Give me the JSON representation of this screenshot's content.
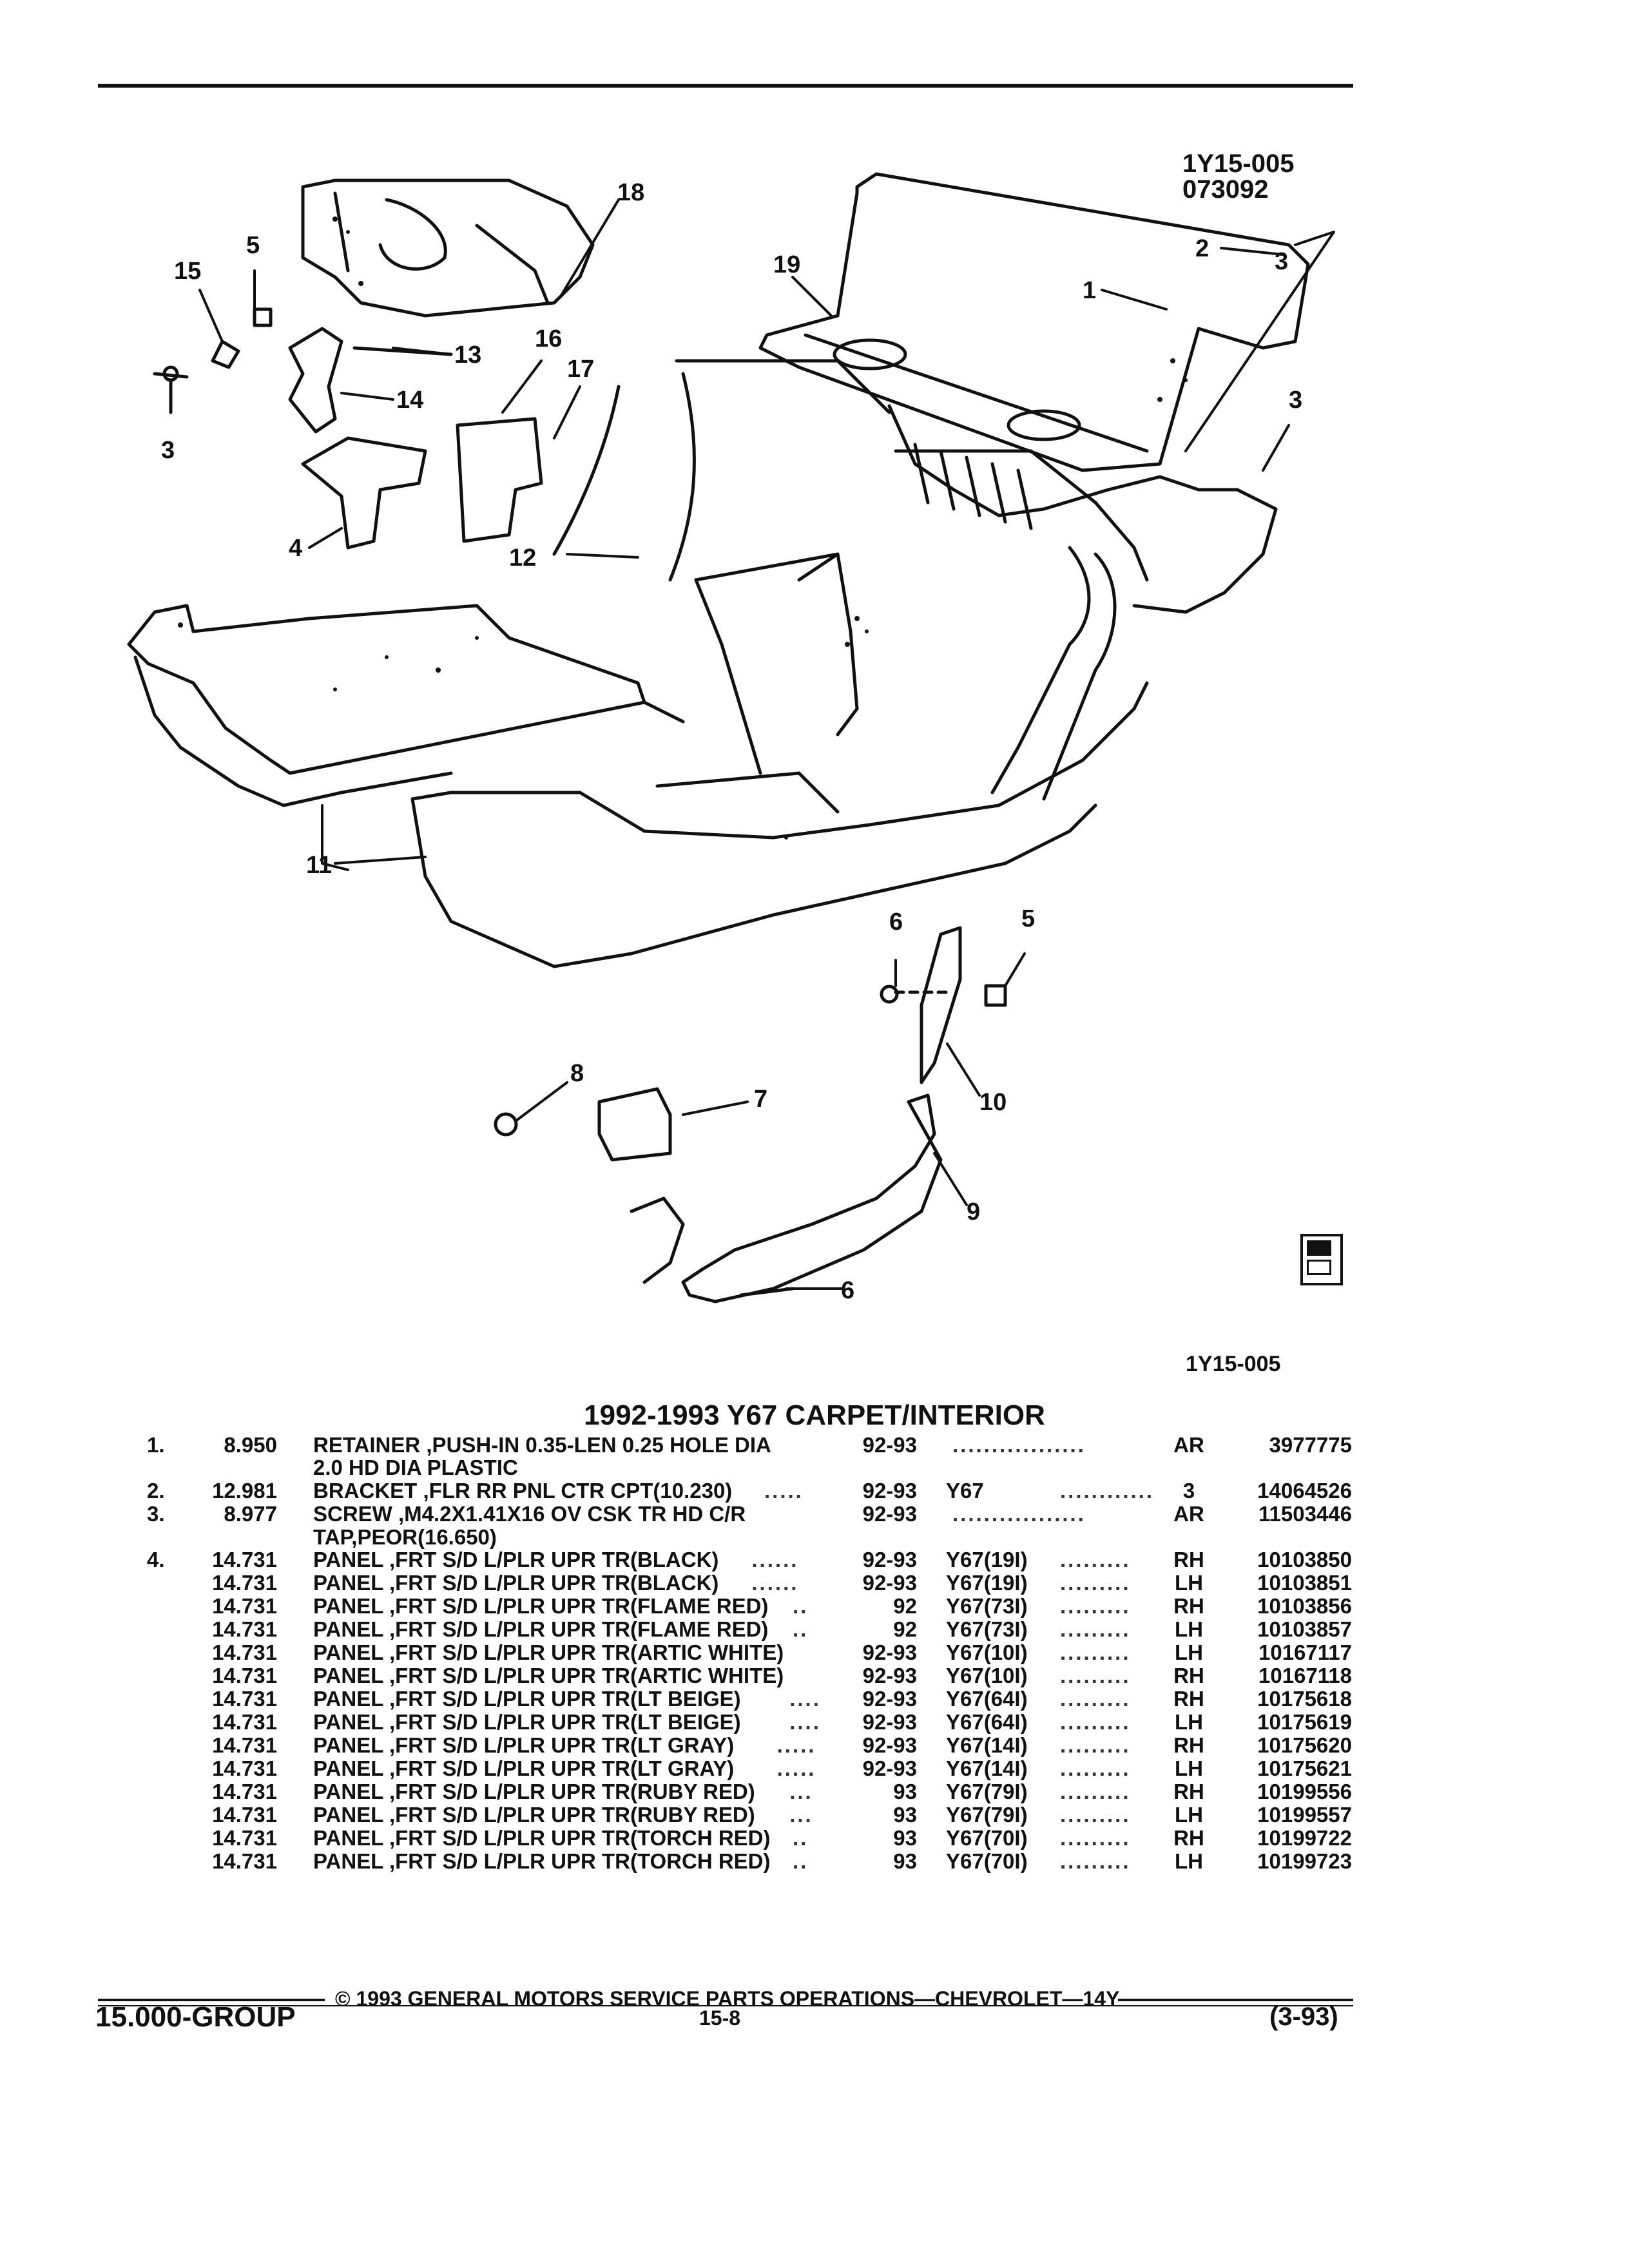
{
  "header": {
    "figure_id_top": "1Y15-005",
    "figure_date": "073092",
    "figure_id_bottom": "1Y15-005"
  },
  "diagram": {
    "callouts": [
      "18",
      "5",
      "15",
      "19",
      "2",
      "1",
      "3",
      "13",
      "16",
      "17",
      "14",
      "3",
      "3",
      "4",
      "12",
      "11",
      "6",
      "5",
      "8",
      "7",
      "10",
      "9",
      "6"
    ],
    "badge_icon": "gm-spo-logo-icon"
  },
  "section_title": "1992-1993 Y67 CARPET/INTERIOR",
  "parts": [
    {
      "idx": "1.",
      "group": "8.950",
      "desc": "RETAINER ,PUSH-IN 0.35-LEN 0.25 HOLE DIA",
      "desc2": "2.0 HD DIA PLASTIC",
      "dots1": "",
      "years": "92-93",
      "model": "",
      "dots2": ".................",
      "qty": "AR",
      "part_no": "3977775"
    },
    {
      "idx": "2.",
      "group": "12.981",
      "desc": "BRACKET ,FLR RR PNL CTR CPT(10.230)",
      "desc2": "",
      "dots1": ".....",
      "years": "92-93",
      "model": "Y67",
      "dots2": "............",
      "qty": "3",
      "part_no": "14064526"
    },
    {
      "idx": "3.",
      "group": "8.977",
      "desc": "SCREW ,M4.2X1.41X16 OV CSK TR HD C/R",
      "desc2": "TAP,PEOR(16.650)",
      "dots1": "",
      "years": "92-93",
      "model": "",
      "dots2": ".................",
      "qty": "AR",
      "part_no": "11503446"
    },
    {
      "idx": "4.",
      "group": "14.731",
      "desc": "PANEL ,FRT S/D L/PLR UPR TR(BLACK)",
      "desc2": "",
      "dots1": "......",
      "years": "92-93",
      "model": "Y67(19I)",
      "dots2": ".........",
      "qty": "RH",
      "part_no": "10103850"
    },
    {
      "idx": "",
      "group": "14.731",
      "desc": "PANEL ,FRT S/D L/PLR UPR TR(BLACK)",
      "desc2": "",
      "dots1": "......",
      "years": "92-93",
      "model": "Y67(19I)",
      "dots2": ".........",
      "qty": "LH",
      "part_no": "10103851"
    },
    {
      "idx": "",
      "group": "14.731",
      "desc": "PANEL ,FRT S/D L/PLR UPR TR(FLAME RED)",
      "desc2": "",
      "dots1": "..",
      "years": "92",
      "model": "Y67(73I)",
      "dots2": ".........",
      "qty": "RH",
      "part_no": "10103856"
    },
    {
      "idx": "",
      "group": "14.731",
      "desc": "PANEL ,FRT S/D L/PLR UPR TR(FLAME RED)",
      "desc2": "",
      "dots1": "..",
      "years": "92",
      "model": "Y67(73I)",
      "dots2": ".........",
      "qty": "LH",
      "part_no": "10103857"
    },
    {
      "idx": "",
      "group": "14.731",
      "desc": "PANEL ,FRT S/D L/PLR UPR TR(ARTIC WHITE)",
      "desc2": "",
      "dots1": "",
      "years": "92-93",
      "model": "Y67(10I)",
      "dots2": ".........",
      "qty": "LH",
      "part_no": "10167117"
    },
    {
      "idx": "",
      "group": "14.731",
      "desc": "PANEL ,FRT S/D L/PLR UPR TR(ARTIC WHITE)",
      "desc2": "",
      "dots1": "",
      "years": "92-93",
      "model": "Y67(10I)",
      "dots2": ".........",
      "qty": "RH",
      "part_no": "10167118"
    },
    {
      "idx": "",
      "group": "14.731",
      "desc": "PANEL ,FRT S/D L/PLR UPR TR(LT BEIGE)",
      "desc2": "",
      "dots1": "....",
      "years": "92-93",
      "model": "Y67(64I)",
      "dots2": ".........",
      "qty": "RH",
      "part_no": "10175618"
    },
    {
      "idx": "",
      "group": "14.731",
      "desc": "PANEL ,FRT S/D L/PLR UPR TR(LT BEIGE)",
      "desc2": "",
      "dots1": "....",
      "years": "92-93",
      "model": "Y67(64I)",
      "dots2": ".........",
      "qty": "LH",
      "part_no": "10175619"
    },
    {
      "idx": "",
      "group": "14.731",
      "desc": "PANEL ,FRT S/D L/PLR UPR TR(LT GRAY)",
      "desc2": "",
      "dots1": ".....",
      "years": "92-93",
      "model": "Y67(14I)",
      "dots2": ".........",
      "qty": "RH",
      "part_no": "10175620"
    },
    {
      "idx": "",
      "group": "14.731",
      "desc": "PANEL ,FRT S/D L/PLR UPR TR(LT GRAY)",
      "desc2": "",
      "dots1": ".....",
      "years": "92-93",
      "model": "Y67(14I)",
      "dots2": ".........",
      "qty": "LH",
      "part_no": "10175621"
    },
    {
      "idx": "",
      "group": "14.731",
      "desc": "PANEL ,FRT S/D L/PLR UPR TR(RUBY RED)",
      "desc2": "",
      "dots1": "...",
      "years": "93",
      "model": "Y67(79I)",
      "dots2": ".........",
      "qty": "RH",
      "part_no": "10199556"
    },
    {
      "idx": "",
      "group": "14.731",
      "desc": "PANEL ,FRT S/D L/PLR UPR TR(RUBY RED)",
      "desc2": "",
      "dots1": "...",
      "years": "93",
      "model": "Y67(79I)",
      "dots2": ".........",
      "qty": "LH",
      "part_no": "10199557"
    },
    {
      "idx": "",
      "group": "14.731",
      "desc": "PANEL ,FRT S/D L/PLR UPR TR(TORCH RED)",
      "desc2": "",
      "dots1": "..",
      "years": "93",
      "model": "Y67(70I)",
      "dots2": ".........",
      "qty": "RH",
      "part_no": "10199722"
    },
    {
      "idx": "",
      "group": "14.731",
      "desc": "PANEL ,FRT S/D L/PLR UPR TR(TORCH RED)",
      "desc2": "",
      "dots1": "..",
      "years": "93",
      "model": "Y67(70I)",
      "dots2": ".........",
      "qty": "LH",
      "part_no": "10199723"
    }
  ],
  "footer": {
    "copyright": "© 1993 GENERAL MOTORS SERVICE PARTS OPERATIONS—CHEVROLET—14Y",
    "group": "15.000-GROUP",
    "page": "15-8",
    "date": "(3-93)"
  }
}
